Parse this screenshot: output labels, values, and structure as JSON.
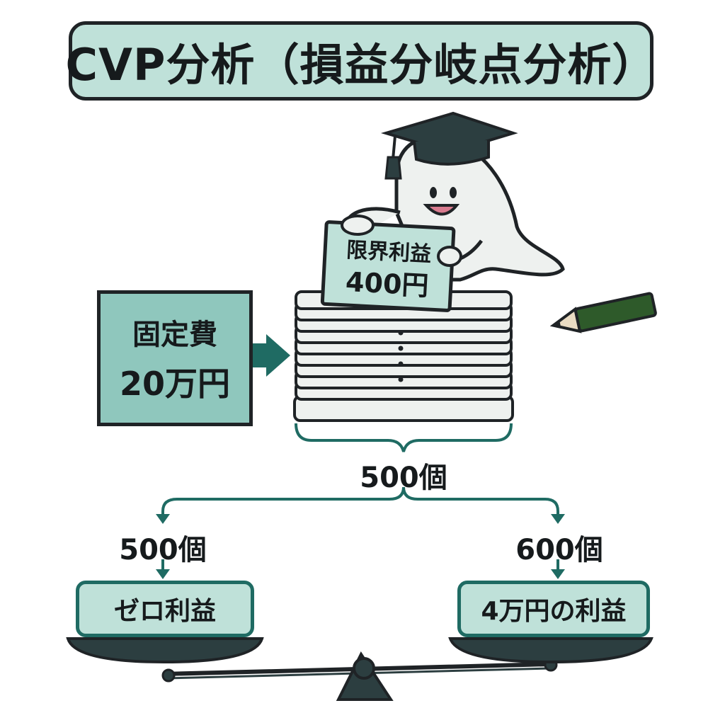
{
  "title": "CVP分析（損益分岐点分析）",
  "fixed_cost": {
    "label": "固定費",
    "value": "20万円"
  },
  "marginal_profit_card": {
    "label": "限界利益",
    "value": "400円"
  },
  "stack_count": "500個",
  "left_branch": {
    "count": "500個",
    "result": "ゼロ利益"
  },
  "right_branch": {
    "count": "600個",
    "result": "4万円の利益"
  },
  "colors": {
    "accent_light": "#bfe1d9",
    "accent_mid": "#8fc7bd",
    "accent_dark": "#1f6b63",
    "scale_dark": "#2c3e40",
    "pencil": "#2e5a2a"
  }
}
